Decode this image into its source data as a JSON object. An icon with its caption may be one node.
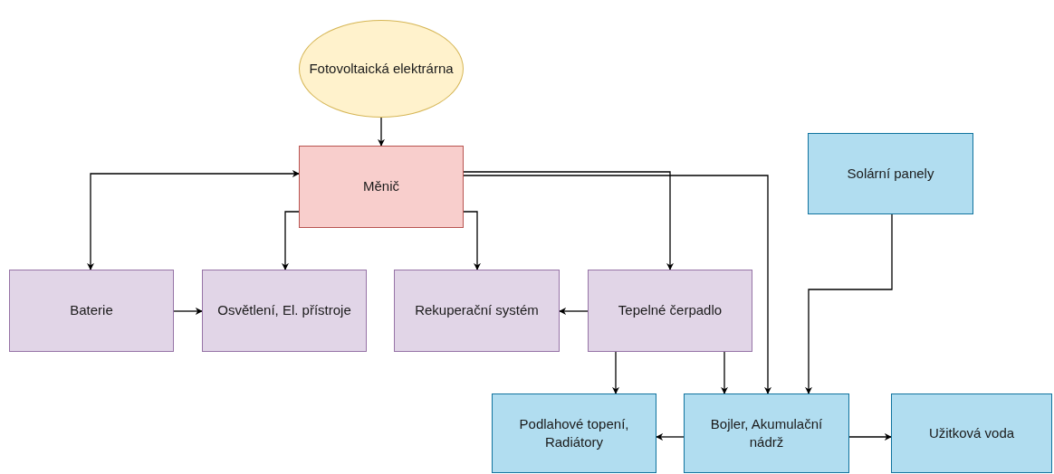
{
  "diagram": {
    "nodes": [
      {
        "text": [
          "Fotovoltaická elektrárna"
        ]
      },
      {
        "text": [
          "Měnič"
        ]
      },
      {
        "text": [
          "Solární panely"
        ]
      },
      {
        "text": [
          "Baterie"
        ]
      },
      {
        "text": [
          "Osvětlení, El. přístroje"
        ]
      },
      {
        "text": [
          "Rekuperační systém"
        ]
      },
      {
        "text": [
          "Tepelné čerpadlo"
        ]
      },
      {
        "text": [
          "Podlahové topení, Radiátory"
        ]
      },
      {
        "text": [
          "Bojler, Akumulační nádrž"
        ]
      },
      {
        "text": [
          "Užitková voda"
        ]
      }
    ],
    "edges": [
      {
        "from": 0,
        "to": 1,
        "arrow": "to"
      },
      {
        "from": 1,
        "to": 3,
        "arrow": "both"
      },
      {
        "from": 1,
        "to": 4,
        "arrow": "to"
      },
      {
        "from": 1,
        "to": 5,
        "arrow": "to"
      },
      {
        "from": 1,
        "to": 6,
        "arrow": "to"
      },
      {
        "from": 1,
        "to": 8,
        "arrow": "to"
      },
      {
        "from": 3,
        "to": 4,
        "arrow": "to"
      },
      {
        "from": 6,
        "to": 5,
        "arrow": "to"
      },
      {
        "from": 6,
        "to": 7,
        "arrow": "to"
      },
      {
        "from": 6,
        "to": 8,
        "arrow": "to"
      },
      {
        "from": 2,
        "to": 8,
        "arrow": "to"
      },
      {
        "from": 8,
        "to": 7,
        "arrow": "to"
      },
      {
        "from": 8,
        "to": 9,
        "arrow": "to"
      }
    ]
  }
}
